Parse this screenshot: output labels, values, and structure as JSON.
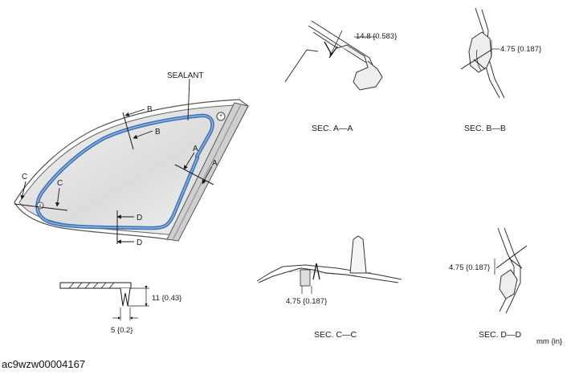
{
  "main_view": {
    "sealant_label": "SEALANT",
    "section_marks": {
      "a": "A",
      "b": "B",
      "c": "C",
      "d": "D"
    }
  },
  "bead_detail": {
    "height_label": "11 {0.43}",
    "width_label": "5 {0.2}"
  },
  "sections": {
    "aa": {
      "title": "SEC. A—A",
      "dim": "14.8 {0.583}"
    },
    "bb": {
      "title": "SEC. B—B",
      "dim": "4.75 {0.187}"
    },
    "cc": {
      "title": "SEC. C—C",
      "dim": "4.75 {0.187}"
    },
    "dd": {
      "title": "SEC. D—D",
      "dim": "4.75 {0.187}"
    }
  },
  "units_label": "mm {in}",
  "document_id": "ac9wzw00004167",
  "colors": {
    "sealant": "#3f74b5",
    "line": "#333333",
    "glass": "#e6e6e6"
  }
}
